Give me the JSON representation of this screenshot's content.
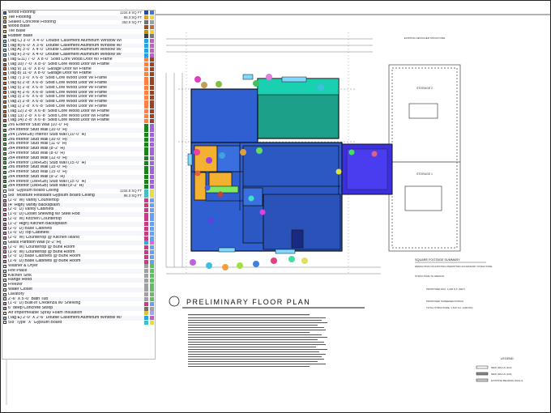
{
  "legend": {
    "items": [
      {
        "label": "Wood Flooring",
        "qty": "1234.8 SQ FT",
        "color": "#2f6fd8",
        "c1": "#1f4fa0",
        "c2": "#3a7bd5"
      },
      {
        "label": "Tile Flooring",
        "qty": "96.3 SQ FT",
        "color": "#ffe04a",
        "c1": "#e0a020",
        "c2": "#f0d040"
      },
      {
        "label": "Sealed Concrete Flooring",
        "qty": "350.9 SQ FT",
        "color": "#b0b0b0",
        "c1": "#707070",
        "c2": "#a0a0a0"
      },
      {
        "label": "Wood Base",
        "qty": "",
        "color": "#c07030",
        "c1": "#905020",
        "c2": "#c07030"
      },
      {
        "label": "Tile Base",
        "qty": "",
        "color": "#ffd020",
        "c1": "#c09010",
        "c2": "#ffd020"
      },
      {
        "label": "Rubber Base",
        "qty": "",
        "color": "#6a6a6a",
        "c1": "#404040",
        "c2": "#7a7a7a"
      },
      {
        "label": "(Tag C) 3'-0\" X 4'-0\" Double Casement Aluminum Window W/ Fra...",
        "qty": "",
        "color": "#7fd0ff",
        "c1": "#2ea0e0",
        "c2": "#c060c0"
      },
      {
        "label": "(Tag B) 6'-0\" X 3'-6\" Double Casement Aluminum Window W/ Frame",
        "qty": "",
        "color": "#7fd0ff",
        "c1": "#2ea0e0",
        "c2": "#c060c0"
      },
      {
        "label": "(Tag A) 3'-0\" X 4'-0\" Double Casement Aluminum Window W/ Frame",
        "qty": "",
        "color": "#7fd0ff",
        "c1": "#2ea0e0",
        "c2": "#c060c0"
      },
      {
        "label": "(Tag F) 3'-0\" X 4'-0\" Double Casement Aluminum Window W/ Frame",
        "qty": "",
        "color": "#7fd0ff",
        "c1": "#2ea0e0",
        "c2": "#c060c0"
      },
      {
        "label": "(Tag G11) 7'-0\" X 8'-0\" Solid Core Wood Door W/ Frame",
        "qty": "",
        "color": "#e07020",
        "c1": "#ff8040",
        "c2": "#a04020"
      },
      {
        "label": "(Tag 10) 7'-0\" X 8'-0\" Solid Core Wood Door W/ Frame",
        "qty": "",
        "color": "#e07020",
        "c1": "#ff8040",
        "c2": "#a04020"
      },
      {
        "label": "(Tag 9) 11'-0\" X 8'-0\" Garage Door W/ Frame",
        "qty": "",
        "color": "#e07020",
        "c1": "#ff8040",
        "c2": "#a04020"
      },
      {
        "label": "(Tag 8) 11'-0\" X 8'-0\" Garage Door W/ Frame",
        "qty": "",
        "color": "#e07020",
        "c1": "#ff8040",
        "c2": "#a04020"
      },
      {
        "label": "(Tag 7) 3'-0\" X 6'-8\" Solid Core Wood Door W/ Frame",
        "qty": "",
        "color": "#e07020",
        "c1": "#ff8040",
        "c2": "#a04020"
      },
      {
        "label": "(Tag 6) 2'-8\" X 6'-8\" Solid Core Wood Door W/ Frame",
        "qty": "",
        "color": "#e07020",
        "c1": "#ff8040",
        "c2": "#a04020"
      },
      {
        "label": "(Tag 5) 2'-8\" X 6'-8\" Solid Core Wood Door W/ Frame",
        "qty": "",
        "color": "#e07020",
        "c1": "#ff8040",
        "c2": "#a04020"
      },
      {
        "label": "(Tag 4) 2'-6\" X 6'-8\" Solid Core Wood Door W/ Frame",
        "qty": "",
        "color": "#e07020",
        "c1": "#ff8040",
        "c2": "#a04020"
      },
      {
        "label": "(Tag 3) 2'-6\" X 6'-8\" Solid Core Wood Door W/ Frame",
        "qty": "",
        "color": "#e07020",
        "c1": "#ff8040",
        "c2": "#a04020"
      },
      {
        "label": "(Tag 2) 2'-8\" X 6'-8\" Solid Core Wood Door W/ Frame",
        "qty": "",
        "color": "#e07020",
        "c1": "#ff8040",
        "c2": "#a04020"
      },
      {
        "label": "(Tag 1) 2'-8\" X 6'-8\" Solid Core Wood Door W/ Frame",
        "qty": "",
        "color": "#e07020",
        "c1": "#ff8040",
        "c2": "#a04020"
      },
      {
        "label": "(Tag 12) 2'-8\" X 6'-8\" Solid Core Wood Door W/ Frame",
        "qty": "",
        "color": "#e07020",
        "c1": "#ff8040",
        "c2": "#a04020"
      },
      {
        "label": "(Tag 13) 2'-8\" X 6'-8\" Solid Core Wood Door W/ Frame",
        "qty": "",
        "color": "#e07020",
        "c1": "#ff8040",
        "c2": "#a04020"
      },
      {
        "label": "(Tag 14) 2'-8\" X 6'-8\" Solid Core Wood Door W/ Frame",
        "qty": "",
        "color": "#e07020",
        "c1": "#ff8040",
        "c2": "#a04020"
      },
      {
        "label": "2x6 Exterior Stud Wall (10'-0\" H)",
        "qty": "",
        "color": "#40c040",
        "c1": "#208020",
        "c2": "#a060e0"
      },
      {
        "label": "2x4 Interior Stud Wall (10'-0\" H)",
        "qty": "",
        "color": "#40c040",
        "c1": "#208020",
        "c2": "#a060e0"
      },
      {
        "label": "2x4 (1MRGB) Interior Stud Wall (10'-0\" H)",
        "qty": "",
        "color": "#40c040",
        "c1": "#208020",
        "c2": "#a060e0"
      },
      {
        "label": "2x6 Interior Stud Wall (10'-0\" H)",
        "qty": "",
        "color": "#40c040",
        "c1": "#208020",
        "c2": "#a060e0"
      },
      {
        "label": "2x6 Interior Stud Wall (11'-0\" H)",
        "qty": "",
        "color": "#40c040",
        "c1": "#208020",
        "c2": "#a060e0"
      },
      {
        "label": "2x4 Interior Stud Wall (8'-2\" H)",
        "qty": "",
        "color": "#40c040",
        "c1": "#208020",
        "c2": "#a060e0"
      },
      {
        "label": "2x4 Interior Stud Wall (8'-0\" H)",
        "qty": "",
        "color": "#40c040",
        "c1": "#208020",
        "c2": "#a060e0"
      },
      {
        "label": "2x4 Interior Stud Wall (12'-0\" H)",
        "qty": "",
        "color": "#40c040",
        "c1": "#208020",
        "c2": "#a060e0"
      },
      {
        "label": "2x4 Interior (1MRGB) Stud Wall (15'-0\" H)",
        "qty": "",
        "color": "#40c040",
        "c1": "#208020",
        "c2": "#a060e0"
      },
      {
        "label": "2x6 Interior Stud Wall (15'-0\" H)",
        "qty": "",
        "color": "#40c040",
        "c1": "#208020",
        "c2": "#a060e0"
      },
      {
        "label": "2x4 Interior Stud Wall (15'-0\" H)",
        "qty": "",
        "color": "#40c040",
        "c1": "#208020",
        "c2": "#a060e0"
      },
      {
        "label": "2x4 Interior Stud Wall (9'-2\" H)",
        "qty": "",
        "color": "#40c040",
        "c1": "#208020",
        "c2": "#a060e0"
      },
      {
        "label": "2x4 Interior (1MRGB) Stud Wall (15'-0\" H)",
        "qty": "",
        "color": "#40c040",
        "c1": "#208020",
        "c2": "#a060e0"
      },
      {
        "label": "2x4 Interior (1MRGB) Stud Wall (9'-2\" H)",
        "qty": "",
        "color": "#40c040",
        "c1": "#208020",
        "c2": "#a060e0"
      },
      {
        "label": "5/8\" Gypsum Board Ceiling",
        "qty": "1234.8 SQ FT",
        "color": "#ffffff",
        "c1": "#40c0c0",
        "c2": "#e0e040"
      },
      {
        "label": "5/8\" Moisture Resistant Gypsum Board Ceiling",
        "qty": "96.3 SQ FT",
        "color": "#ffffff",
        "c1": "#40c0c0",
        "c2": "#e0e040"
      },
      {
        "label": "(2'-0\" W) Vanity Countertop",
        "qty": "",
        "color": "#f080c0",
        "c1": "#c04080",
        "c2": "#60a0ff"
      },
      {
        "label": "(4\" High) Vanity Backsplash",
        "qty": "",
        "color": "#f080c0",
        "c1": "#c04080",
        "c2": "#60a0ff"
      },
      {
        "label": "(2'-0\" D) Vanity Cabinets",
        "qty": "",
        "color": "#f080c0",
        "c1": "#c04080",
        "c2": "#60a0ff"
      },
      {
        "label": "(1'-0\" D) Closet Shelving W/ Steel Rod",
        "qty": "",
        "color": "#f080c0",
        "c1": "#c04080",
        "c2": "#60a0ff"
      },
      {
        "label": "(2'-0\" W) Kitchen Countertop",
        "qty": "",
        "color": "#f080c0",
        "c1": "#c04080",
        "c2": "#60a0ff"
      },
      {
        "label": "(1'-2\" High) Kitchen Backsplash",
        "qty": "",
        "color": "#f080c0",
        "c1": "#c04080",
        "c2": "#60a0ff"
      },
      {
        "label": "(2'-0\" D) Base Cabinets",
        "qty": "",
        "color": "#f080c0",
        "c1": "#c04080",
        "c2": "#60a0ff"
      },
      {
        "label": "(1'-0\" D) Top Cabinets",
        "qty": "",
        "color": "#f080c0",
        "c1": "#c04080",
        "c2": "#60a0ff"
      },
      {
        "label": "(2'-0\" W) Countertop @ Kitchen Island",
        "qty": "",
        "color": "#f080c0",
        "c1": "#c04080",
        "c2": "#60a0ff"
      },
      {
        "label": "Glass Partition Wall (9'-2\" H)",
        "qty": "",
        "color": "#a0e0ff",
        "c1": "#40a0e0",
        "c2": "#e060e0"
      },
      {
        "label": "(2'-0\" W) Countertop @ Bunk Room",
        "qty": "",
        "color": "#f080c0",
        "c1": "#c04080",
        "c2": "#60a0ff"
      },
      {
        "label": "(1'-6\" W) Countertop @ Bunk Room",
        "qty": "",
        "color": "#f080c0",
        "c1": "#c04080",
        "c2": "#60a0ff"
      },
      {
        "label": "(2'-0\" D) Base Cabinets @ Bunk Room",
        "qty": "",
        "color": "#f080c0",
        "c1": "#c04080",
        "c2": "#60a0ff"
      },
      {
        "label": "(1'-6\" D) Base Cabinets @ Bunk Room",
        "qty": "",
        "color": "#f080c0",
        "c1": "#c04080",
        "c2": "#60a0ff"
      },
      {
        "label": "Washer & Dryer",
        "qty": "",
        "color": "#e0e0e0",
        "c1": "#a0a0a0",
        "c2": "#60c060"
      },
      {
        "label": "Fire Place",
        "qty": "",
        "color": "#e0e0e0",
        "c1": "#a0a0a0",
        "c2": "#60c060"
      },
      {
        "label": "Kitchen Sink",
        "qty": "",
        "color": "#e0e0e0",
        "c1": "#a0a0a0",
        "c2": "#60c060"
      },
      {
        "label": "Range Hood",
        "qty": "",
        "color": "#e0e0e0",
        "c1": "#a0a0a0",
        "c2": "#60c060"
      },
      {
        "label": "Freezer",
        "qty": "",
        "color": "#e0e0e0",
        "c1": "#a0a0a0",
        "c2": "#60c060"
      },
      {
        "label": "Water Closet",
        "qty": "",
        "color": "#e0e0e0",
        "c1": "#a0a0a0",
        "c2": "#60c060"
      },
      {
        "label": "Lavatory",
        "qty": "",
        "color": "#e0e0e0",
        "c1": "#a0a0a0",
        "c2": "#60c060"
      },
      {
        "label": "2'-6\" X 5'-0\" Bath Tub",
        "qty": "",
        "color": "#e0e0e0",
        "c1": "#a0a0a0",
        "c2": "#60c060"
      },
      {
        "label": "(1'-0\" D) Built-in Credenza W/ Shelving",
        "qty": "",
        "color": "#f080c0",
        "c1": "#c04080",
        "c2": "#60a0ff"
      },
      {
        "label": "6\" deep Concrete Stoop",
        "qty": "",
        "color": "#b0b0b0",
        "c1": "#707070",
        "c2": "#a0a0a0"
      },
      {
        "label": "Air Impermeable Spray Foam Insulation",
        "qty": "",
        "color": "#ffe080",
        "c1": "#e0c040",
        "c2": "#a0a0ff"
      },
      {
        "label": "(Tag E) 2'-0\" X 2'-6\" Double Casement Aluminum Window W/ Frame",
        "qty": "",
        "color": "#7fd0ff",
        "c1": "#2ea0e0",
        "c2": "#c060c0"
      },
      {
        "label": "5/8\" Type \"X\" Gypsum Board",
        "qty": "",
        "color": "#ffffff",
        "c1": "#40c0c0",
        "c2": "#e0e040"
      }
    ]
  },
  "plan": {
    "title": "PRELIMINARY FLOOR PLAN",
    "rooms": {
      "storage2": "STORAGE 2",
      "storage1": "STORAGE 1",
      "existing_label": "EXISTING DETACHED STRUCTURE"
    },
    "summary": {
      "title": "SQUARE FOOTAGE SUMMARY",
      "lines": [
        "DEMOLITION OF EXISTING PERMITTED ACCESSORY STRUCTURE",
        "STRUCTURE TO REMAIN",
        "PROPOSED ADU: 1,200 S.F. (NET)",
        "PROPOSED SCREENED PORCH",
        "TOTAL STRUCTURE: 1,516 S.F. (GROSS)"
      ]
    },
    "legend_block": {
      "title": "LEGEND",
      "items": [
        "NEW WALLS (2x4)",
        "NEW WALLS (2x6)",
        "EXISTING BEARING WALLS"
      ]
    },
    "colors": {
      "wood_floor": "#2f5fd0",
      "tile_floor": "#f4b030",
      "concrete_floor": "#2f5fb0",
      "porch": "#1ca08a",
      "window": "#7fd8ff",
      "addition": "#3b2fe0"
    }
  }
}
